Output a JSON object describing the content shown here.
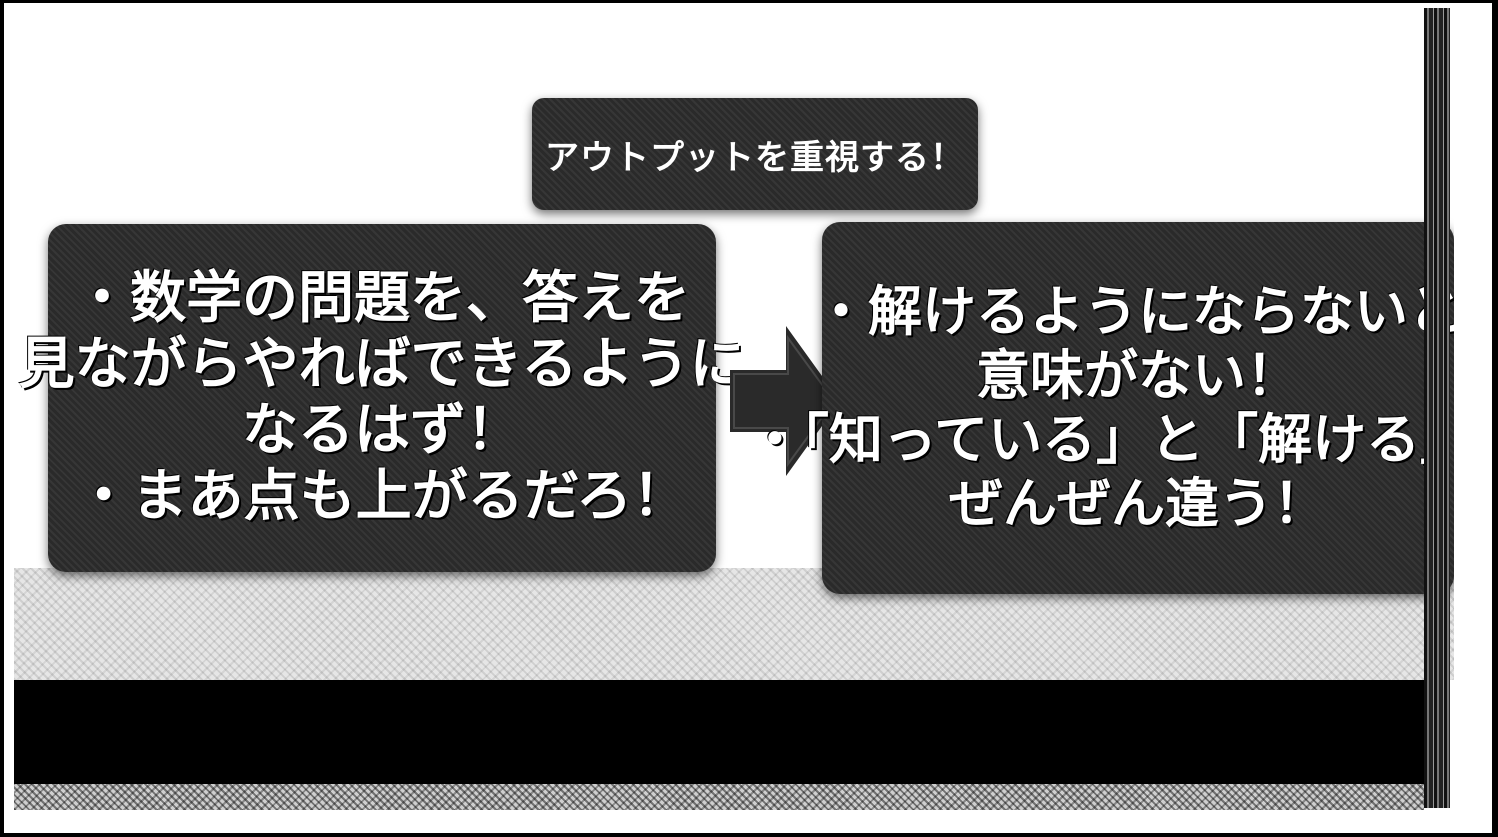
{
  "title": "アウトプットを重視する！",
  "left_box": {
    "lines": [
      "・数学の問題を、答えを",
      "見ながらやればできるように",
      "なるはず！",
      "・まあ点も上がるだろ！"
    ]
  },
  "right_box": {
    "lines": [
      "・解けるようにならないと",
      "意味がない！",
      "・「知っている」と「解ける」は",
      "ぜんぜん違う！"
    ]
  },
  "colors": {
    "box_fill": "#2a2a2a",
    "text": "#ffffff",
    "arrow": "#2a2a2a"
  }
}
